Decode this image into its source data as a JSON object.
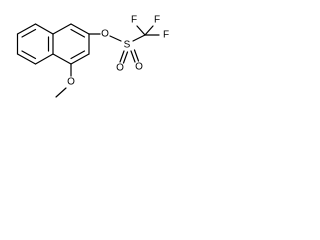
{
  "molecule": {
    "atoms": {
      "ester_oxygen": "O",
      "sulfur": "S",
      "sulfonyl_oxygen_lower_left": "O",
      "sulfonyl_oxygen_lower_right": "O",
      "fluorine_top_left": "F",
      "fluorine_top_right": "F",
      "fluorine_right": "F",
      "methoxy_oxygen": "O"
    }
  },
  "colors": {
    "bond": "#000000",
    "label": "#000000",
    "background": "#ffffff"
  }
}
